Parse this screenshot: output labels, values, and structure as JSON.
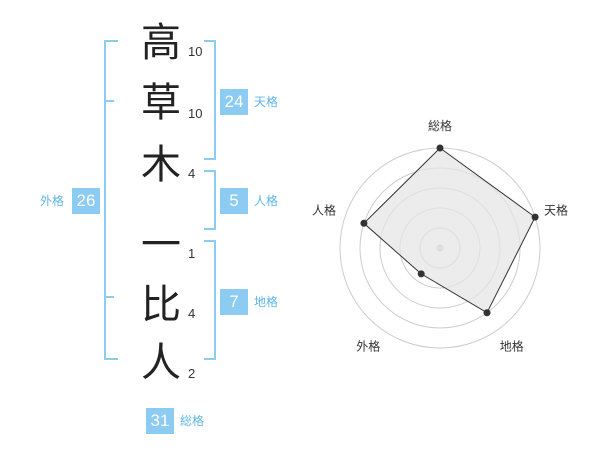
{
  "name": {
    "chars": [
      {
        "char": "高",
        "strokes": "10"
      },
      {
        "char": "草",
        "strokes": "10"
      },
      {
        "char": "木",
        "strokes": "4"
      },
      {
        "char": "一",
        "strokes": "1"
      },
      {
        "char": "比",
        "strokes": "4"
      },
      {
        "char": "人",
        "strokes": "2"
      }
    ]
  },
  "kakusu": {
    "tenkaku": {
      "value": "24",
      "label": "天格"
    },
    "jinkaku": {
      "value": "5",
      "label": "人格"
    },
    "chikaku": {
      "value": "7",
      "label": "地格"
    },
    "gaikaku": {
      "value": "26",
      "label": "外格"
    },
    "soukaku": {
      "value": "31",
      "label": "総格"
    }
  },
  "chart_data": {
    "type": "radar",
    "axes": [
      "総格",
      "天格",
      "地格",
      "外格",
      "人格"
    ],
    "values": [
      5,
      5,
      4,
      1.6,
      4
    ],
    "range": [
      0,
      5
    ],
    "rings": 5,
    "colors": {
      "fill": "#e6e6e6",
      "line": "#333333",
      "ring": "#cccccc",
      "point": "#333333"
    }
  },
  "colors": {
    "accent": "#8ccbf2",
    "label": "#5fb6e8"
  }
}
